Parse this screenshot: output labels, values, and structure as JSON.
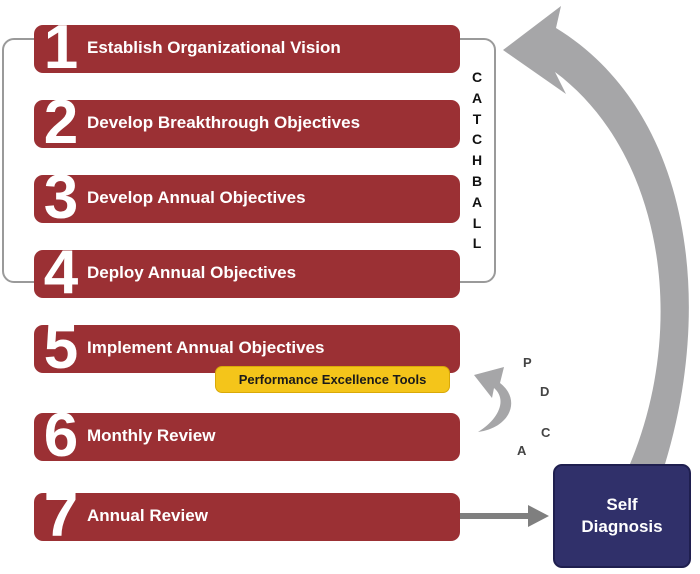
{
  "steps": [
    {
      "number": "1",
      "label": "Establish Organizational Vision"
    },
    {
      "number": "2",
      "label": "Develop Breakthrough Objectives"
    },
    {
      "number": "3",
      "label": "Develop Annual Objectives"
    },
    {
      "number": "4",
      "label": "Deploy Annual Objectives"
    },
    {
      "number": "5",
      "label": "Implement Annual Objectives"
    },
    {
      "number": "6",
      "label": "Monthly Review"
    },
    {
      "number": "7",
      "label": "Annual Review"
    }
  ],
  "catchball": [
    "C",
    "A",
    "T",
    "C",
    "H",
    "B",
    "A",
    "L",
    "L"
  ],
  "tools_badge": "Performance Excellence Tools",
  "pdca": {
    "p": "P",
    "d": "D",
    "c": "C",
    "a": "A"
  },
  "self_diagnosis": {
    "line1": "Self",
    "line2": "Diagnosis"
  },
  "colors": {
    "step": "#9b3034",
    "self_box": "#30306a",
    "arrow": "#a6a6a8",
    "badge": "#f4c51a",
    "bracket": "#9a9a9a"
  }
}
